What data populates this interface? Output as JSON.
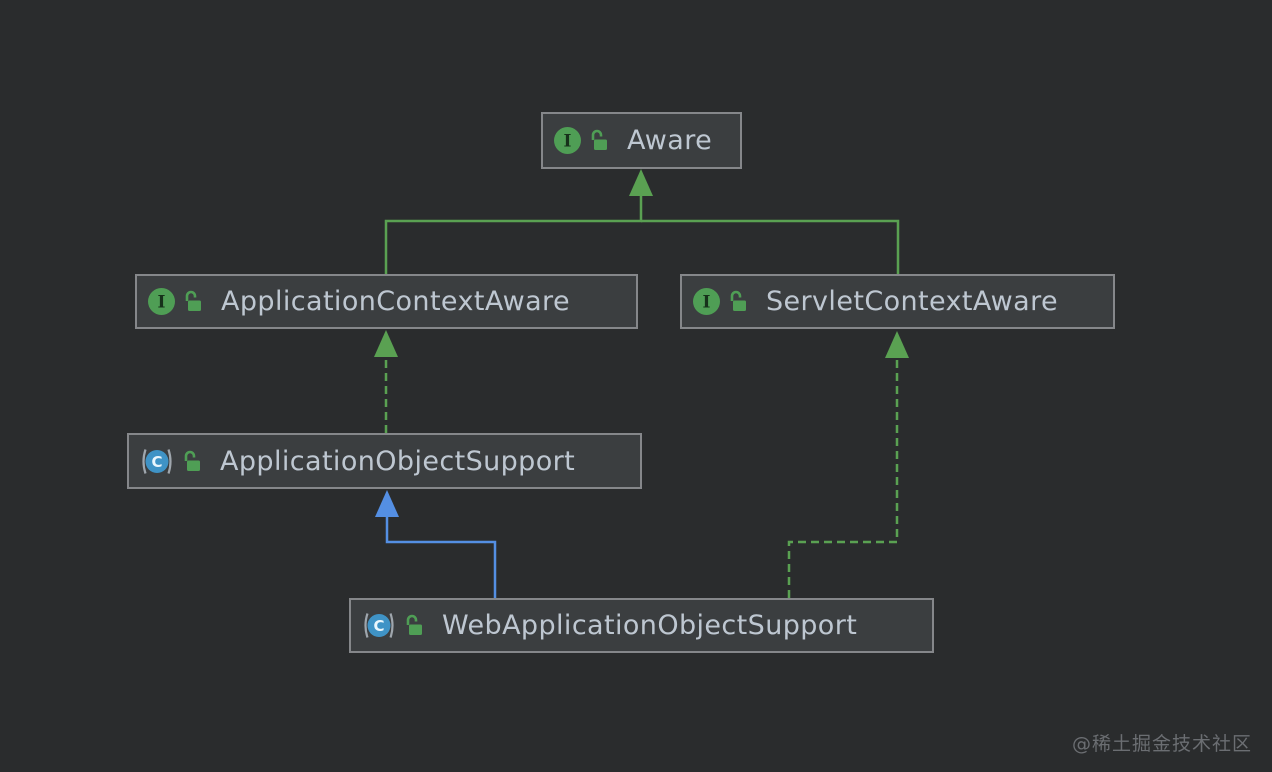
{
  "diagram": {
    "tool": "uml-class-diagram",
    "nodes": [
      {
        "id": "aware",
        "label": "Aware",
        "kind": "interface",
        "visibility": "public",
        "icons": [
          "interface-icon",
          "unlocked-padlock-icon"
        ]
      },
      {
        "id": "application-context-aware",
        "label": "ApplicationContextAware",
        "kind": "interface",
        "visibility": "public",
        "icons": [
          "interface-icon",
          "unlocked-padlock-icon"
        ]
      },
      {
        "id": "servlet-context-aware",
        "label": "ServletContextAware",
        "kind": "interface",
        "visibility": "public",
        "icons": [
          "interface-icon",
          "unlocked-padlock-icon"
        ]
      },
      {
        "id": "application-object-support",
        "label": "ApplicationObjectSupport",
        "kind": "abstract-class",
        "visibility": "public",
        "icons": [
          "abstract-class-icon",
          "unlocked-padlock-icon"
        ]
      },
      {
        "id": "web-application-object-support",
        "label": "WebApplicationObjectSupport",
        "kind": "abstract-class",
        "visibility": "public",
        "icons": [
          "abstract-class-icon",
          "unlocked-padlock-icon"
        ]
      }
    ],
    "edges": [
      {
        "from": "ApplicationContextAware",
        "to": "Aware",
        "relation": "extends",
        "line": "solid",
        "color": "#5aa152"
      },
      {
        "from": "ServletContextAware",
        "to": "Aware",
        "relation": "extends",
        "line": "solid",
        "color": "#5aa152"
      },
      {
        "from": "ApplicationObjectSupport",
        "to": "ApplicationContextAware",
        "relation": "implements",
        "line": "dashed",
        "color": "#5aa152"
      },
      {
        "from": "WebApplicationObjectSupport",
        "to": "ApplicationObjectSupport",
        "relation": "extends",
        "line": "solid",
        "color": "#548fe3"
      },
      {
        "from": "WebApplicationObjectSupport",
        "to": "ServletContextAware",
        "relation": "implements",
        "line": "dashed",
        "color": "#5aa152"
      }
    ],
    "icon_letters": {
      "interface": "I",
      "class": "C"
    }
  },
  "colors": {
    "background": "#2a2c2d",
    "node-fill": "#3b3e40",
    "node-border": "#85878a",
    "node-text": "#bec7d1",
    "edge-green": "#5aa152",
    "edge-blue": "#548fe3",
    "icon-green": "#4f9e55",
    "icon-blue": "#3f93c6",
    "watermark": "#6b6e72"
  },
  "watermark": {
    "text": "@稀土掘金技术社区"
  }
}
